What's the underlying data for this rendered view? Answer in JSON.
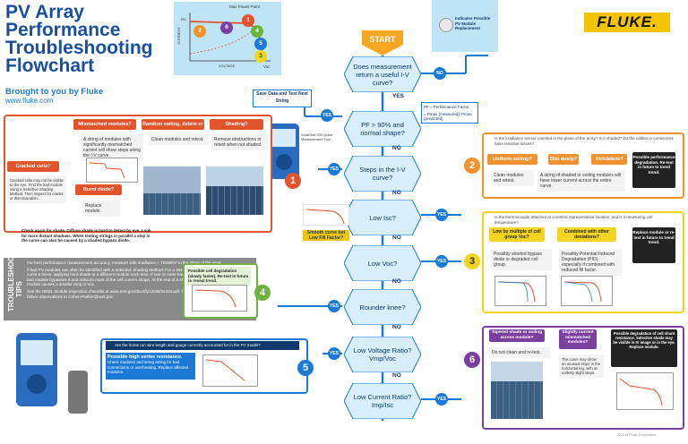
{
  "title": "PV Array Performance Troubleshooting Flowchart",
  "brought_by": "Brought to you by Fluke",
  "website": "www.fluke.com",
  "brand": "FLUKE.",
  "start": "START",
  "yes": "YES",
  "no": "NO",
  "steps": [
    "Does measurement return a useful I-V curve?",
    "PF > 90% and normal shape?",
    "Steps in the I-V curve?",
    "Low Isc?",
    "Low Voc?",
    "Rounder knee?",
    "Low Voltage Ratio? Vmp/Voc",
    "Low Current Ratio? Imp/Isc"
  ],
  "ref_curve": {
    "top": "Max Power Point",
    "ylabel": "CURRENT",
    "xlabel": "VOLTAGE",
    "isc": "Isc",
    "voc": "Voc"
  },
  "legend_box": "Indicates Possible PV Module Replacement",
  "save_data": "Save Data and Test Next String",
  "pf_legend": [
    "PF = Performance Factor",
    "= Pmax (measured)/ Pmax (predicted)"
  ],
  "smooth": "Smooth curve but Low Fill Factor?",
  "quick_ref": "SolarSim 200 Quick Measurement Tool",
  "sec1": {
    "mismatch": "Mismatched modules?",
    "soiling": "Random soiling, debris or snow?",
    "shading": "Shading?",
    "cracked": "Cracked cells?",
    "burnt": "Burnt diode?",
    "mismatch_txt": "A string of modules with significantly mismatched current will show steps along the I-V curve.",
    "soiling_txt": "Clean modules and retest.",
    "shading_txt": "Remove obstructions or retest when not shaded.",
    "cracked_txt": "Cracked cells may not be visible to the eye. Find the bad module using a Selective Shading Method. Then inspect for cracks or discolouration.",
    "burnt_txt": "Replace module.",
    "footer": "Check again for shade. Diffuse shade is hard to detect by eye. Look for more distant shadows. When testing strings in parallel a step in the curve can also be caused by a shaded bypass diode."
  },
  "sec2": {
    "head": "Is the irradiance sensor oriented in the plane of the array? Is it shaded? Do the cables or connectors have resistive losses?",
    "uniform": "Uniform soiling?",
    "dim": "Dim dusty?",
    "dirt": "Dirt/debris?",
    "uniform_txt": "Clean modules and retest.",
    "mid_txt": "A string of shaded or soiling modules will have lower current across the entire curve.",
    "right_txt": "Possible performance degradation. Re-test in future to trend trend."
  },
  "sec3": {
    "head": "Is the thermocouple attached at a central representative location, and is it measuring cell temperature?",
    "low_bypass": "Low by multiple of cell group Voc?",
    "combined": "Combined with other deviations?",
    "low_txt": "Possibly shorted bypass diode or degraded cell group.",
    "comb_txt": "Possibly Potential-Induced Degradation (PID), especially if combined with reduced fill factor.",
    "right_txt": "Replace module or re-test in future to trend trend."
  },
  "sec4": {
    "head": "Possible cell degradation (slowly faster). Re-test in future to reveal trend."
  },
  "sec5": {
    "head": "Are the home run wire length and gauge correctly accounted for in the PV model?",
    "title": "Possible high series resistance.",
    "txt": "Check modules and string wiring for bad connections or overheating. Replace affected modules."
  },
  "sec6": {
    "tapered": "Tapered shade or soiling across module?",
    "slight": "Slightly current mismatched modules?",
    "possible": "Possible degradation of cell shunt resistance. Selective shade may be visible in IV image or in the eye. Replace module.",
    "tap_txt": "Do not clean and re-test.",
    "slight_txt": "The curve may show an unusual slope in the horizontal leg, with an unlikely slight steps."
  },
  "tips": {
    "label": "TROUBLESHOOTING TIPS",
    "lines": [
      "For best performance measurement accuracy, measure with irradiance > 700W/m² in the plane of the array.",
      "If bad PV modules can often be identified with a Selective Shading Method: For a string of 8 modules, measure the I-V curve 8 times, applying hard shade to a different module each time. If one or more has cells in each cell group, Shading the bad module bypasses it and reduces more of the cell curve's shape. At the end of a shaded, bypass diode. Shading the bad module causes a smaller drop in Voc.",
      "See the NREL module inspection checklist at www.nrel.gov/docs/fy12osti/54104.pdf. To contribute to NREL research, send failure observations to Cohen-Parker@nrel.gov."
    ]
  },
  "copyright": "©2016 Fluke Corporation",
  "colors": {
    "blue": "#1a7ad6",
    "navy": "#103a6b",
    "red": "#e2542c",
    "orange": "#f0922f",
    "yellow": "#f2d421",
    "green": "#6db33f",
    "purple": "#7b3fa0"
  }
}
